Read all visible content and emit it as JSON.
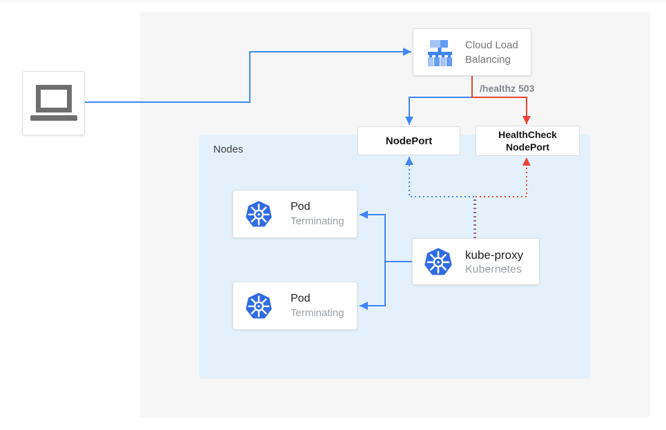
{
  "diagram": {
    "client": {
      "name": "client laptop"
    },
    "load_balancer": {
      "line1": "Cloud Load",
      "line2": "Balancing"
    },
    "healthz_badge": "/healthz 503",
    "nodeport": {
      "label": "NodePort"
    },
    "healthcheck_nodeport": {
      "line1": "HealthCheck",
      "line2": "NodePort"
    },
    "nodes_group": {
      "label": "Nodes"
    },
    "pods": [
      {
        "title": "Pod",
        "subtitle": "Terminating"
      },
      {
        "title": "Pod",
        "subtitle": "Terminating"
      }
    ],
    "kube_proxy": {
      "title": "kube-proxy",
      "subtitle": "Kubernetes"
    },
    "edges": [
      {
        "from": "client",
        "to": "cloud-load-balancing",
        "style": "solid",
        "color": "blue"
      },
      {
        "from": "cloud-load-balancing",
        "to": "nodeport",
        "style": "solid",
        "color": "blue"
      },
      {
        "from": "cloud-load-balancing",
        "to": "healthcheck-nodeport",
        "style": "solid",
        "color": "red",
        "label": "/healthz 503"
      },
      {
        "from": "kube-proxy",
        "to": "nodeport",
        "style": "dotted",
        "color": "blue"
      },
      {
        "from": "kube-proxy",
        "to": "healthcheck-nodeport",
        "style": "dotted",
        "color": "red"
      },
      {
        "from": "kube-proxy",
        "to": "pod-terminating-1",
        "style": "solid",
        "color": "blue"
      },
      {
        "from": "kube-proxy",
        "to": "pod-terminating-2",
        "style": "solid",
        "color": "blue"
      }
    ]
  },
  "colors": {
    "accent_blue": "#4285F4",
    "accent_red": "#EA4335",
    "kubernetes_blue": "#326CE5",
    "panel_bg": "#F6F6F6",
    "nodes_bg": "#E4F1FB",
    "card_bg": "#FFFFFF",
    "card_border": "#E0E0E0",
    "text_dark": "#212121",
    "text_gray": "#757575",
    "text_muted": "#9AA0A6",
    "healthz_text": "#80868B",
    "laptop_gray": "#6E6E6E"
  }
}
